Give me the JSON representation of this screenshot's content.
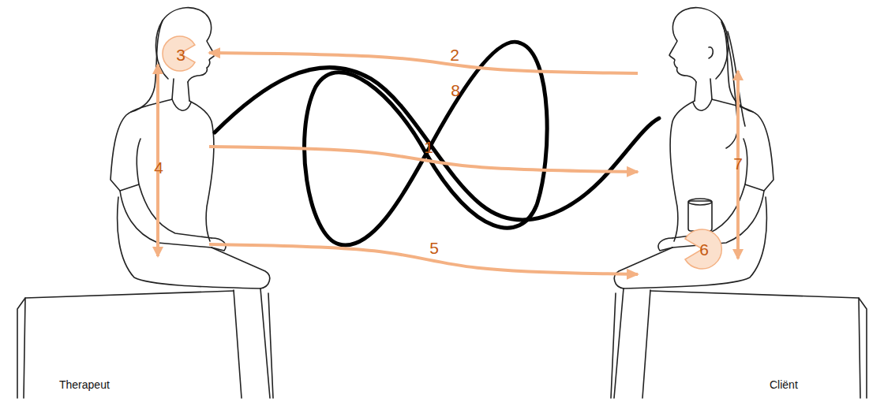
{
  "diagram": {
    "nodes": [
      {
        "text": [
          "Therapeut"
        ]
      },
      {
        "text": [
          "Cliënt"
        ]
      }
    ],
    "edges": [
      {
        "from": 0,
        "to": 1,
        "arrow": "to",
        "label": "1"
      },
      {
        "from": 1,
        "to": 0,
        "arrow": "to",
        "label": "2"
      },
      {
        "from": 0,
        "to": 1,
        "arrow": "to",
        "label": "5"
      }
    ],
    "labels": [
      "3",
      "4",
      "6",
      "7",
      "8"
    ]
  }
}
